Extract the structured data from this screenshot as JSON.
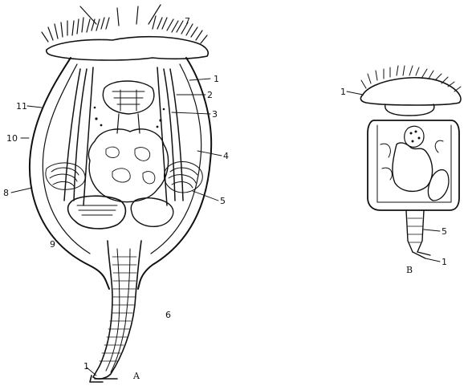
{
  "figure_a": {
    "caption": "A",
    "labels": [
      "1",
      "2",
      "3",
      "4",
      "5",
      "6",
      "7",
      "8",
      "9",
      "10",
      "11",
      "1"
    ]
  },
  "figure_b": {
    "caption": "B",
    "labels": [
      "1",
      "5",
      "1"
    ]
  }
}
